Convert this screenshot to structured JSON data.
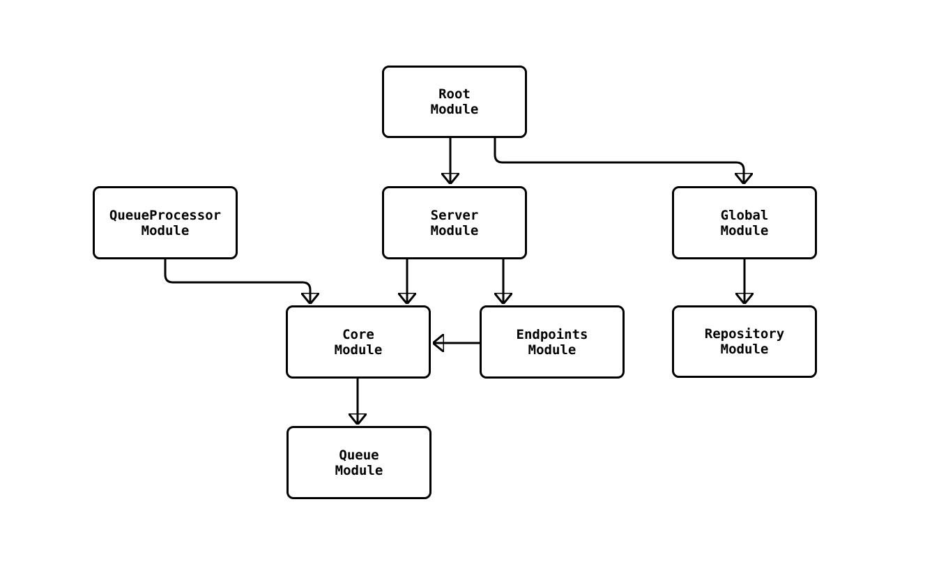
{
  "diagram": {
    "type": "module-dependency-graph",
    "background_color": "#ffffff",
    "node_fill_color": "#ffffff",
    "node_border_color": "#000000",
    "edge_color": "#000000",
    "text_color": "#000000",
    "nodes": {
      "root": {
        "label": "Root\nModule"
      },
      "queue_processor": {
        "label": "QueueProcessor\nModule"
      },
      "server": {
        "label": "Server\nModule"
      },
      "global": {
        "label": "Global\nModule"
      },
      "core": {
        "label": "Core\nModule"
      },
      "endpoints": {
        "label": "Endpoints\nModule"
      },
      "repository": {
        "label": "Repository\nModule"
      },
      "queue": {
        "label": "Queue\nModule"
      }
    },
    "edges": [
      {
        "from": "Root Module",
        "to": "Server Module"
      },
      {
        "from": "Root Module",
        "to": "Global Module"
      },
      {
        "from": "QueueProcessor Module",
        "to": "Core Module"
      },
      {
        "from": "Server Module",
        "to": "Core Module"
      },
      {
        "from": "Server Module",
        "to": "Endpoints Module"
      },
      {
        "from": "Endpoints Module",
        "to": "Core Module"
      },
      {
        "from": "Global Module",
        "to": "Repository Module"
      },
      {
        "from": "Core Module",
        "to": "Queue Module"
      }
    ]
  }
}
